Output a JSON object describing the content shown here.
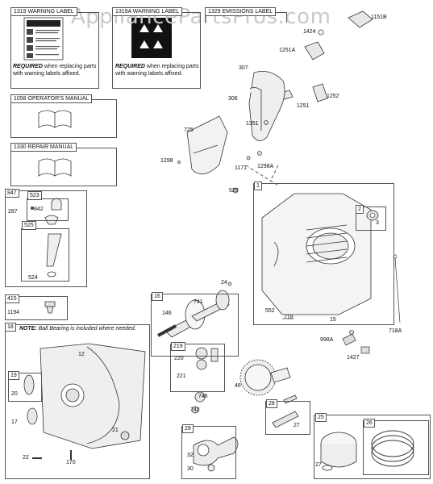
{
  "watermark": "AppliancePartsPros.com",
  "labels": {
    "l1319": {
      "header": "1319 WARNING LABEL"
    },
    "l1319a": {
      "header": "1319A WARNING LABEL"
    },
    "l1329": {
      "header": "1329 EMISSIONS LABEL"
    },
    "l1058": {
      "header": "1058 OPERATOR'S MANUAL"
    },
    "l1330": {
      "header": "1330 REPAIR MANUAL"
    },
    "required": "REQUIRED",
    "required_text": "when replacing parts with warning labels affixed."
  },
  "notes": {
    "note_label": "NOTE:",
    "note_text": "Ball Bearing is included where needed."
  },
  "parts": {
    "p847": "847",
    "p523": "523",
    "p287": "287",
    "p842": "842",
    "p525": "525",
    "p524": "524",
    "p415": "415",
    "p1194": "1194",
    "p18": "18",
    "p12": "12",
    "p19": "19",
    "p20": "20",
    "p17": "17",
    "p21": "21",
    "p22": "22",
    "p170": "170",
    "p16": "16",
    "p741": "741",
    "p146": "146",
    "p24": "24",
    "p219": "219",
    "p220": "220",
    "p221": "221",
    "p746": "746",
    "p742": "742",
    "p46": "46",
    "p29": "29",
    "p32": "32",
    "p30": "30",
    "p28": "28",
    "p27": "27",
    "p25": "25",
    "p26": "26",
    "p1": "1",
    "p2": "2",
    "p3": "3",
    "p552": "552",
    "p718": "718",
    "p15": "15",
    "p718a": "718A",
    "p998a": "998A",
    "p1427": "1427",
    "p529": "529",
    "p1151b": "1151B",
    "p1424": "1424",
    "p1251a": "1251A",
    "p307": "307",
    "p306": "306",
    "p1252": "1252",
    "p1251": "1251",
    "p1351": "1351",
    "p725": "725",
    "p1298": "1298",
    "p1171": "1171",
    "p1298a": "1298A"
  }
}
